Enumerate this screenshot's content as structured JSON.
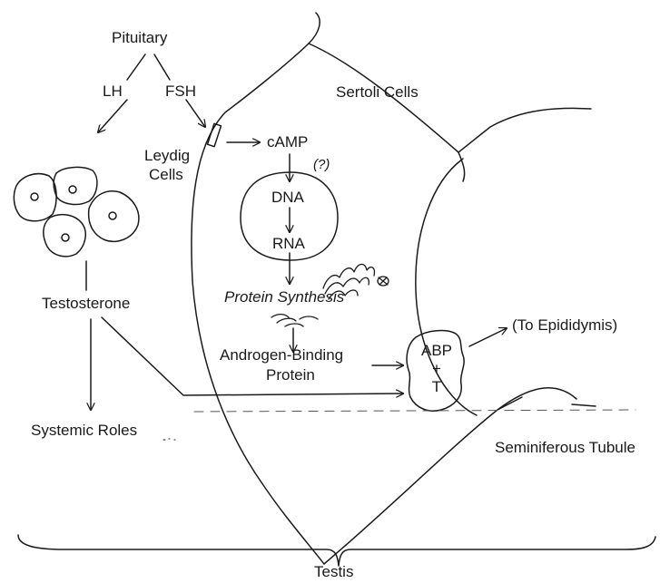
{
  "labels": {
    "pituitary": "Pituitary",
    "lh": "LH",
    "fsh": "FSH",
    "leydig_line1": "Leydig",
    "leydig_line2": "Cells",
    "sertoli": "Sertoli Cells",
    "camp": "cAMP",
    "question": "(?)",
    "dna": "DNA",
    "rna": "RNA",
    "protein_synthesis": "Protein Synthesis",
    "testosterone": "Testosterone",
    "abp_line1": "Androgen-Binding",
    "abp_line2": "Protein",
    "abp_box_1": "ABP",
    "abp_box_2": "+",
    "abp_box_3": "T",
    "to_epididymis": "(To Epididymis)",
    "systemic_roles": "Systemic Roles",
    "seminiferous": "Seminiferous Tubule",
    "testis": "Testis"
  },
  "colors": {
    "ink": "#1a1a1a",
    "background": "#ffffff"
  },
  "icons": [
    "arrow-icon",
    "receptor-icon",
    "ribosome-icon",
    "leydig-cell-icon"
  ]
}
